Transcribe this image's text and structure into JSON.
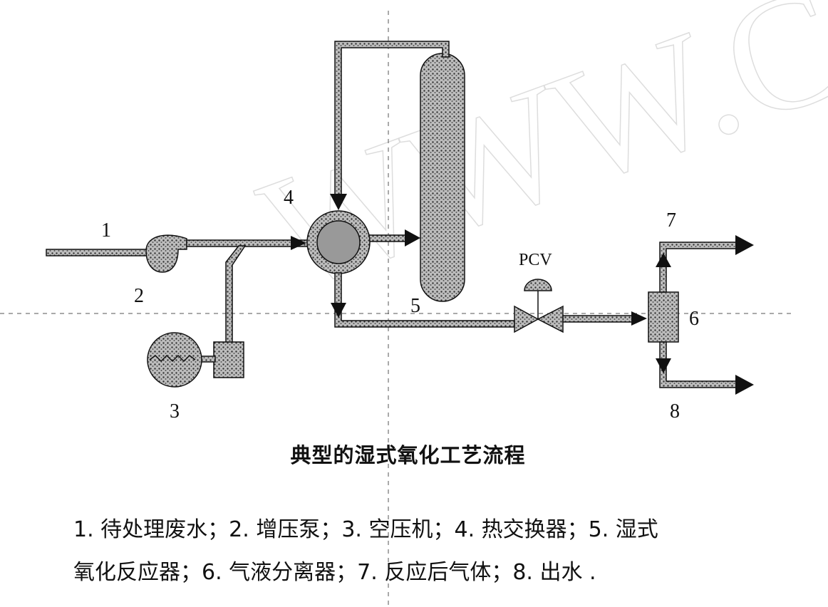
{
  "diagram": {
    "labels": {
      "n1": "1",
      "n2": "2",
      "n3": "3",
      "n4": "4",
      "n5": "5",
      "n6": "6",
      "n7": "7",
      "n8": "8",
      "pcv": "PCV"
    },
    "watermark": "WWW.C",
    "title": "典型的湿式氧化工艺流程",
    "legend": {
      "line1": "1. 待处理废水；2. 增压泵；3. 空压机；4. 热交换器；5. 湿式",
      "line2": "氧化反应器；6. 气液分离器；7. 反应后气体；8. 出水 ."
    }
  },
  "colors": {
    "ink": "#111111",
    "fill": "#8a8a8a",
    "guide": "#555555",
    "watermark": "#dddddd"
  }
}
